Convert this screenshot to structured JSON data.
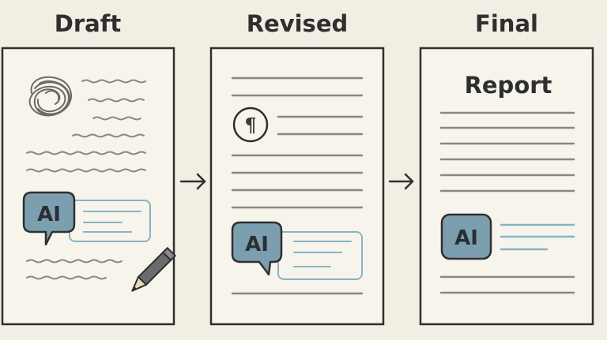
{
  "stages": [
    {
      "title": "Draft"
    },
    {
      "title": "Revised"
    },
    {
      "title": "Final"
    }
  ],
  "badges": {
    "ai_label": "AI",
    "paragraph_symbol": "¶",
    "final_doc_title": "Report"
  },
  "colors": {
    "background": "#f2eee4",
    "ink": "#2f2f2f",
    "line": "#8c8680",
    "ai_badge_fill": "#7c9fb0",
    "ai_note_stroke": "#86b3c6"
  },
  "icons": [
    "scribble-icon",
    "pencil-icon",
    "paragraph-icon",
    "arrow-right-icon",
    "speech-bubble-icon"
  ]
}
